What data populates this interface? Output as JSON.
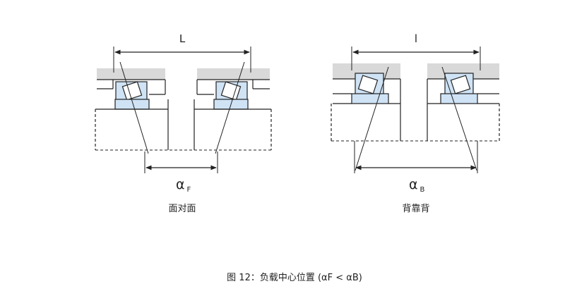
{
  "diagram": {
    "left": {
      "span_label": "L",
      "alpha_symbol": "α",
      "alpha_subscript": "F",
      "arrangement_label": "面对面"
    },
    "right": {
      "span_label": "l",
      "alpha_symbol": "α",
      "alpha_subscript": "B",
      "arrangement_label": "背靠背"
    },
    "caption": "图 12：负载中心位置 (αF < αB)",
    "colors": {
      "roller_fill": "#cfe3f5",
      "housing_gray": "#d9d9d9",
      "line": "#222222"
    }
  }
}
